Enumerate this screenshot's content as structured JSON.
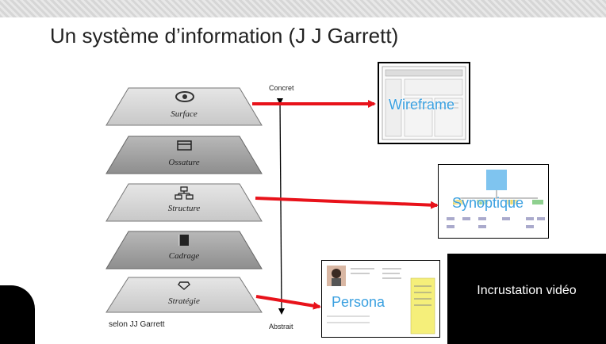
{
  "slide_title": "Un système d’information (J J Garrett)",
  "layers": [
    {
      "label": "Surface",
      "icon": "eye-icon"
    },
    {
      "label": "Ossature",
      "icon": "window-icon"
    },
    {
      "label": "Structure",
      "icon": "hierarchy-icon"
    },
    {
      "label": "Cadrage",
      "icon": "document-icon"
    },
    {
      "label": "Stratégie",
      "icon": "diamond-icon"
    }
  ],
  "axis": {
    "top": "Concret",
    "bottom": "Abstrait"
  },
  "credit": "selon JJ Garrett",
  "thumbnails": {
    "wireframe": "Wireframe",
    "synoptique": "Synoptique",
    "persona": "Persona"
  },
  "video_overlay": "Incrustation vidéo",
  "colors": {
    "arrow": "#e8121a",
    "label_blue": "#3aa0e0",
    "layer_light": "#d9d9d9",
    "layer_dark": "#a8a8a8"
  }
}
